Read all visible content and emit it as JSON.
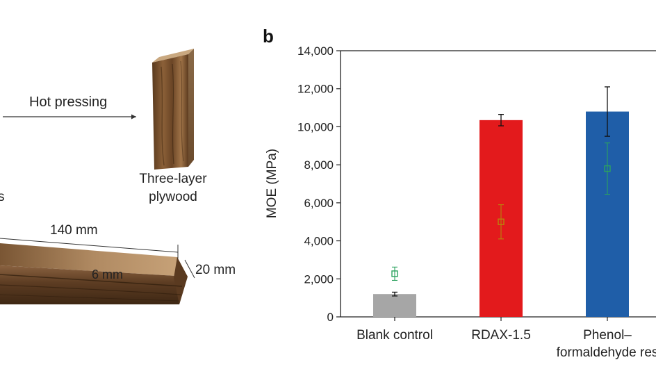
{
  "panel_a": {
    "process_label": "Hot pressing",
    "product_label_line1": "Three-layer",
    "product_label_line2": "plywood",
    "left_fragment": "s",
    "length_label": "140 mm",
    "thickness_label": "6 mm",
    "width_label": "20 mm"
  },
  "panel_b": {
    "letter": "b"
  },
  "colors": {
    "blank": "#a6a6a6",
    "rdax": "#e31a1c",
    "pf": "#1f5ea8",
    "green_marker": "#2ca25f",
    "orange_marker": "#b8860b"
  },
  "chart_data": {
    "type": "bar",
    "categories": [
      "Blank control",
      "RDAX-1.5",
      "Phenol–formaldehyde res"
    ],
    "category_lines": [
      [
        "Blank control"
      ],
      [
        "RDAX-1.5"
      ],
      [
        "Phenol–",
        "formaldehyde res"
      ]
    ],
    "values": [
      1200,
      10350,
      10800
    ],
    "errors": [
      100,
      300,
      1300
    ],
    "secondary_points": [
      {
        "value": 2270,
        "err_low": 350,
        "err_high": 350
      },
      {
        "value": 5000,
        "err_low": 900,
        "err_high": 900
      },
      {
        "value": 7800,
        "err_low": 1350,
        "err_high": 1350
      }
    ],
    "ylabel": "MOE (MPa)",
    "xlabel": "",
    "ylim": [
      0,
      14000
    ],
    "yticks": [
      0,
      2000,
      4000,
      6000,
      8000,
      10000,
      12000,
      14000
    ],
    "ytick_labels": [
      "0",
      "2,000",
      "4,000",
      "6,000",
      "8,000",
      "10,000",
      "12,000",
      "14,000"
    ]
  }
}
